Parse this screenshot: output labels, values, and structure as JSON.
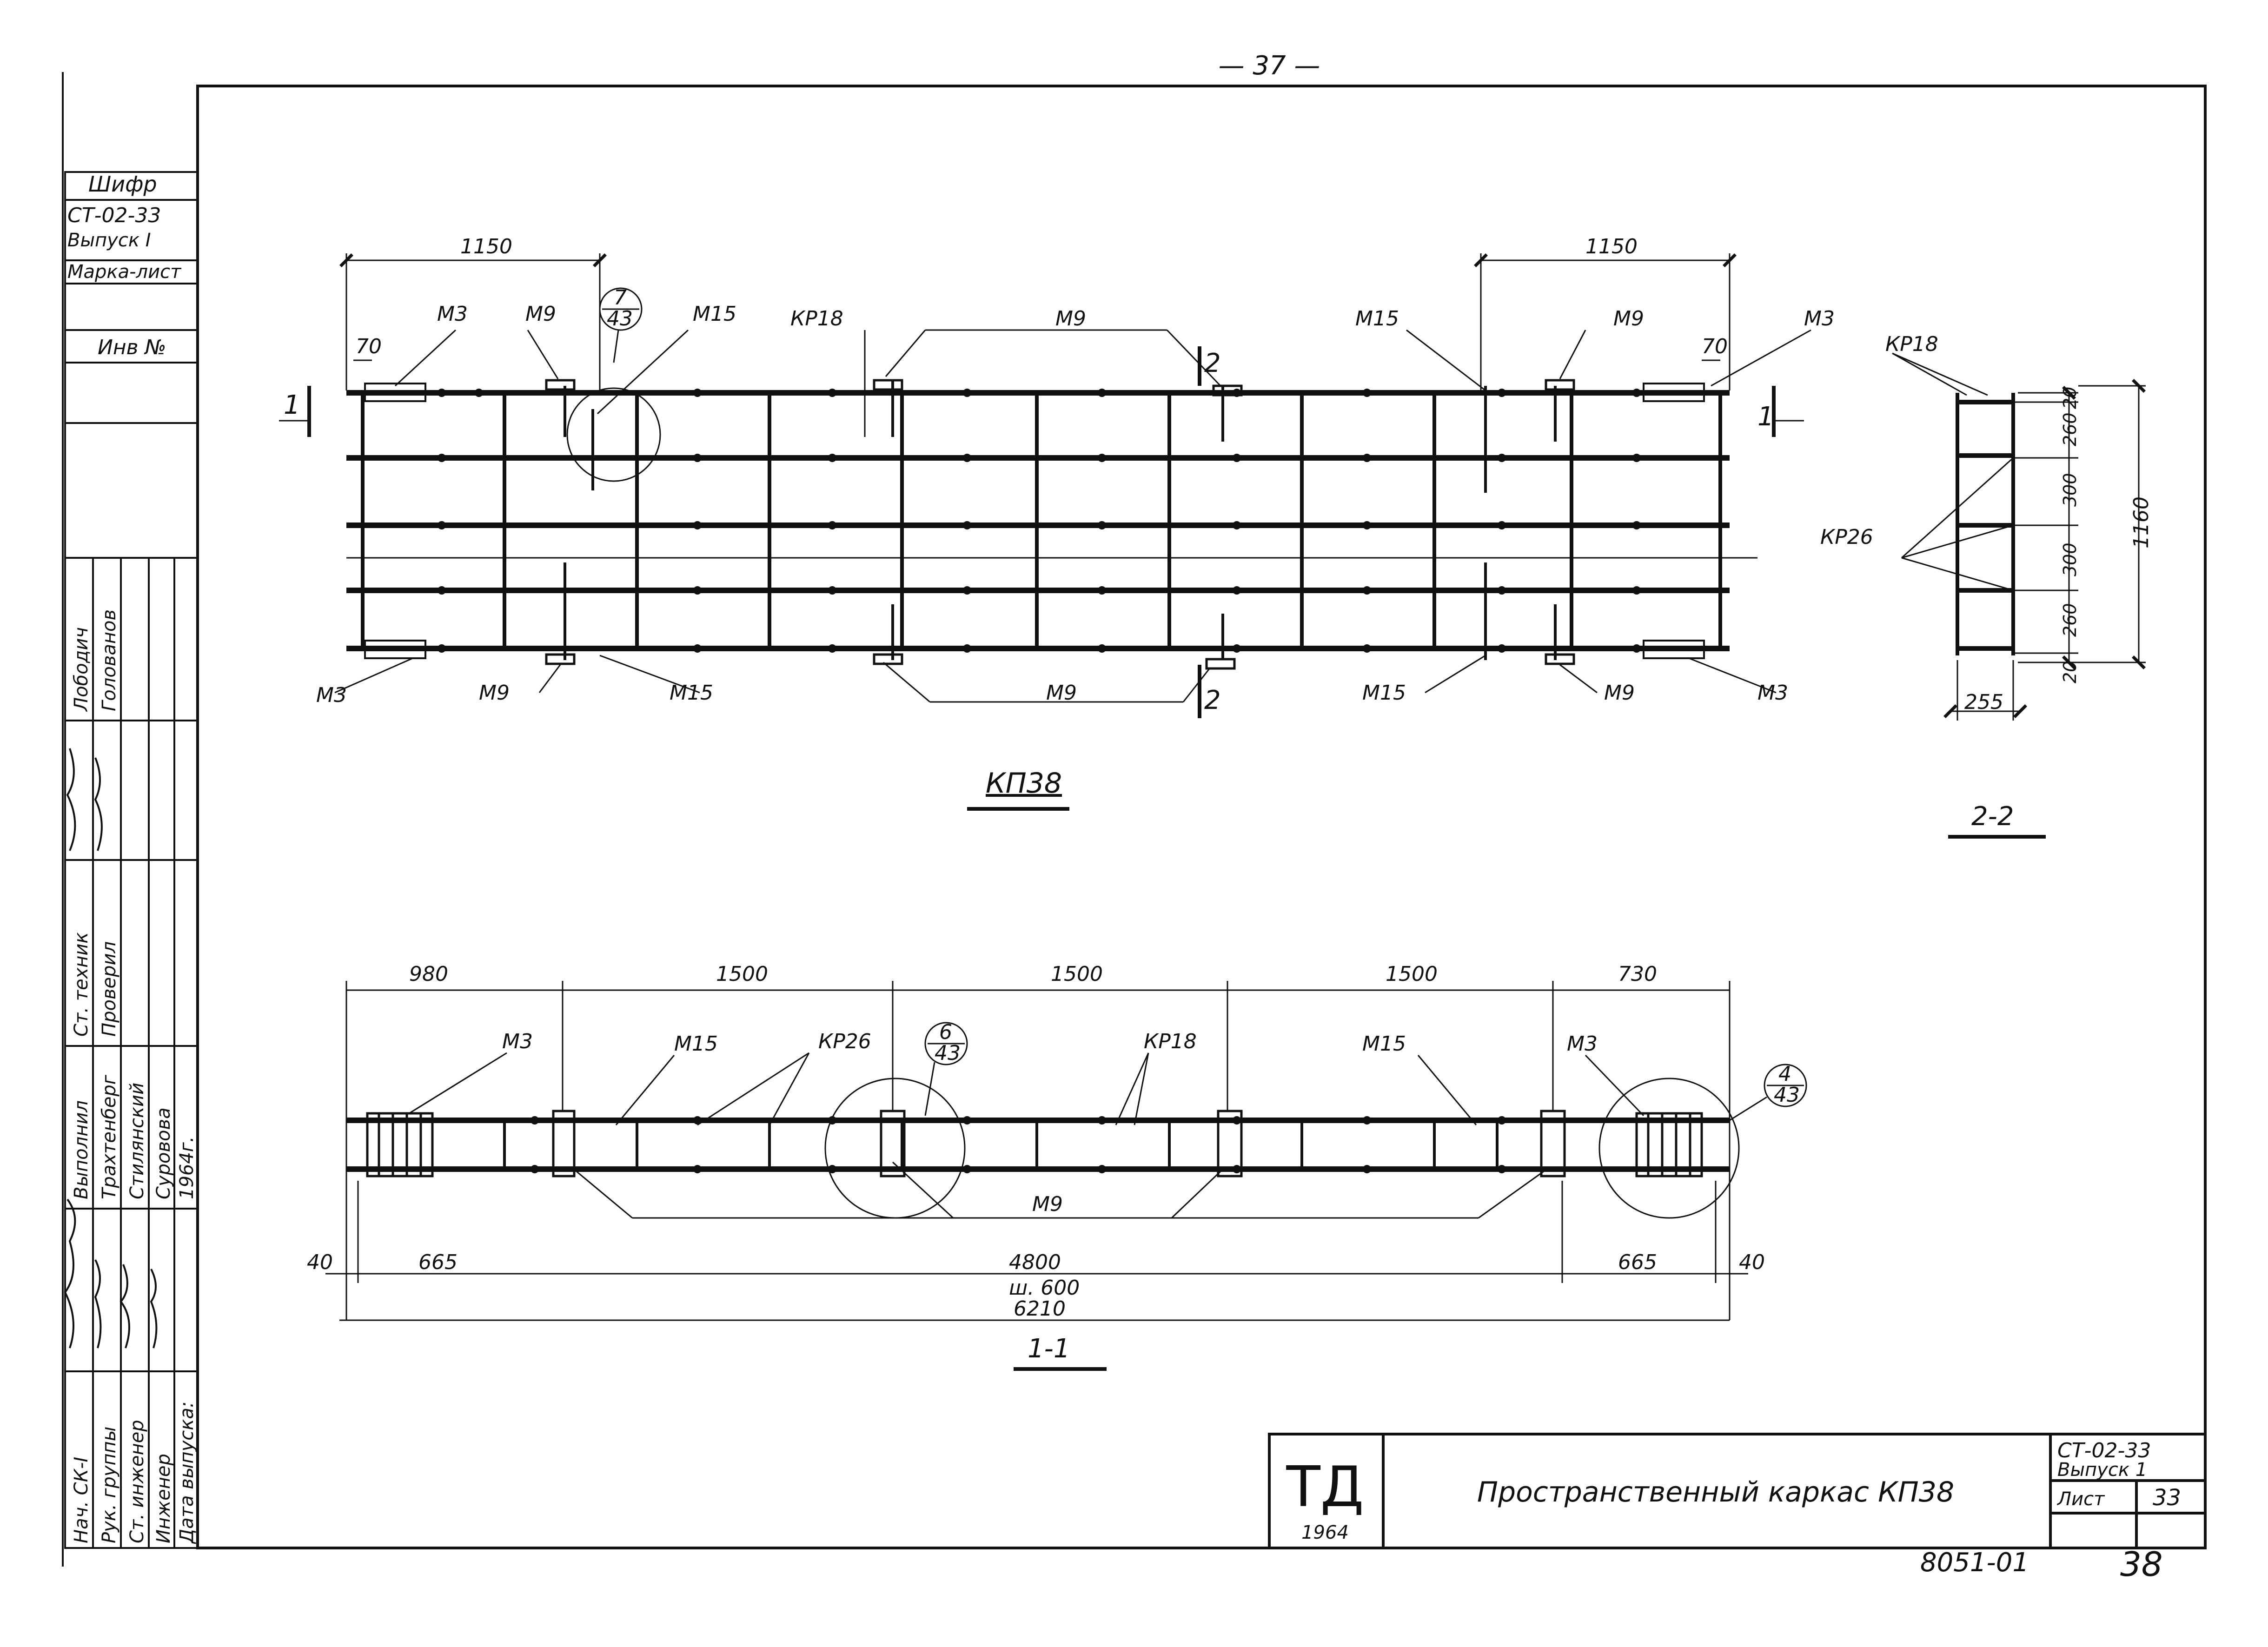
{
  "page_number": "— 37 —",
  "left_strip": {
    "cipher_label": "Шифр",
    "series": "СТ-02-33",
    "issue": "Выпуск I",
    "stamp": "Марка-лист",
    "inv_label": "Инв №",
    "roles": [
      "Нач. СК-I",
      "Рук. группы",
      "Ст. инженер",
      "Инженер",
      "Дата выпуска:"
    ],
    "col_roles": [
      "Выполнил",
      "Ст. техник",
      "Проверил"
    ],
    "names": [
      "Лободич",
      "Голованов",
      "Трахтенберг",
      "Стилянский",
      "Суровова"
    ],
    "year": "1964г."
  },
  "top_view": {
    "title": "КП38",
    "dims": {
      "left_span": "1150",
      "right_span": "1150",
      "left_edge": "70",
      "right_edge": "70"
    },
    "labels": {
      "m3": "М3",
      "m9": "М9",
      "m15": "М15",
      "kr18": "КР18",
      "section_1": "1",
      "section_2": "2"
    },
    "detail_callout": {
      "top": "7",
      "bottom": "43"
    }
  },
  "section_2_2": {
    "title": "2-2",
    "kr18": "КР18",
    "kr26": "КР26",
    "dims": [
      "20",
      "260",
      "300",
      "300",
      "260",
      "20"
    ],
    "height": "1160",
    "width": "255"
  },
  "section_1_1": {
    "title": "1-1",
    "top_dims": [
      "980",
      "1500",
      "1500",
      "1500",
      "730"
    ],
    "labels": {
      "m3": "М3",
      "m15": "М15",
      "kr26": "КР26",
      "kr18": "КР18",
      "m9": "М9"
    },
    "callout_center": {
      "top": "6",
      "bottom": "43"
    },
    "callout_right": {
      "top": "4",
      "bottom": "43"
    },
    "bottom_dims": {
      "left_edge": "40",
      "left_seg": "665",
      "middle": "4800",
      "right_seg": "665",
      "right_edge": "40",
      "step": "ш. 600",
      "total": "6210"
    }
  },
  "title_block": {
    "logo": "ТД",
    "logo_year": "1964",
    "description": "Пространственный каркас КП38",
    "series": "СТ-02-33",
    "issue": "Выпуск 1",
    "sheet_label": "Лист",
    "sheet_number": "33"
  },
  "footer": {
    "code": "8051-01",
    "handwritten_page": "38"
  }
}
